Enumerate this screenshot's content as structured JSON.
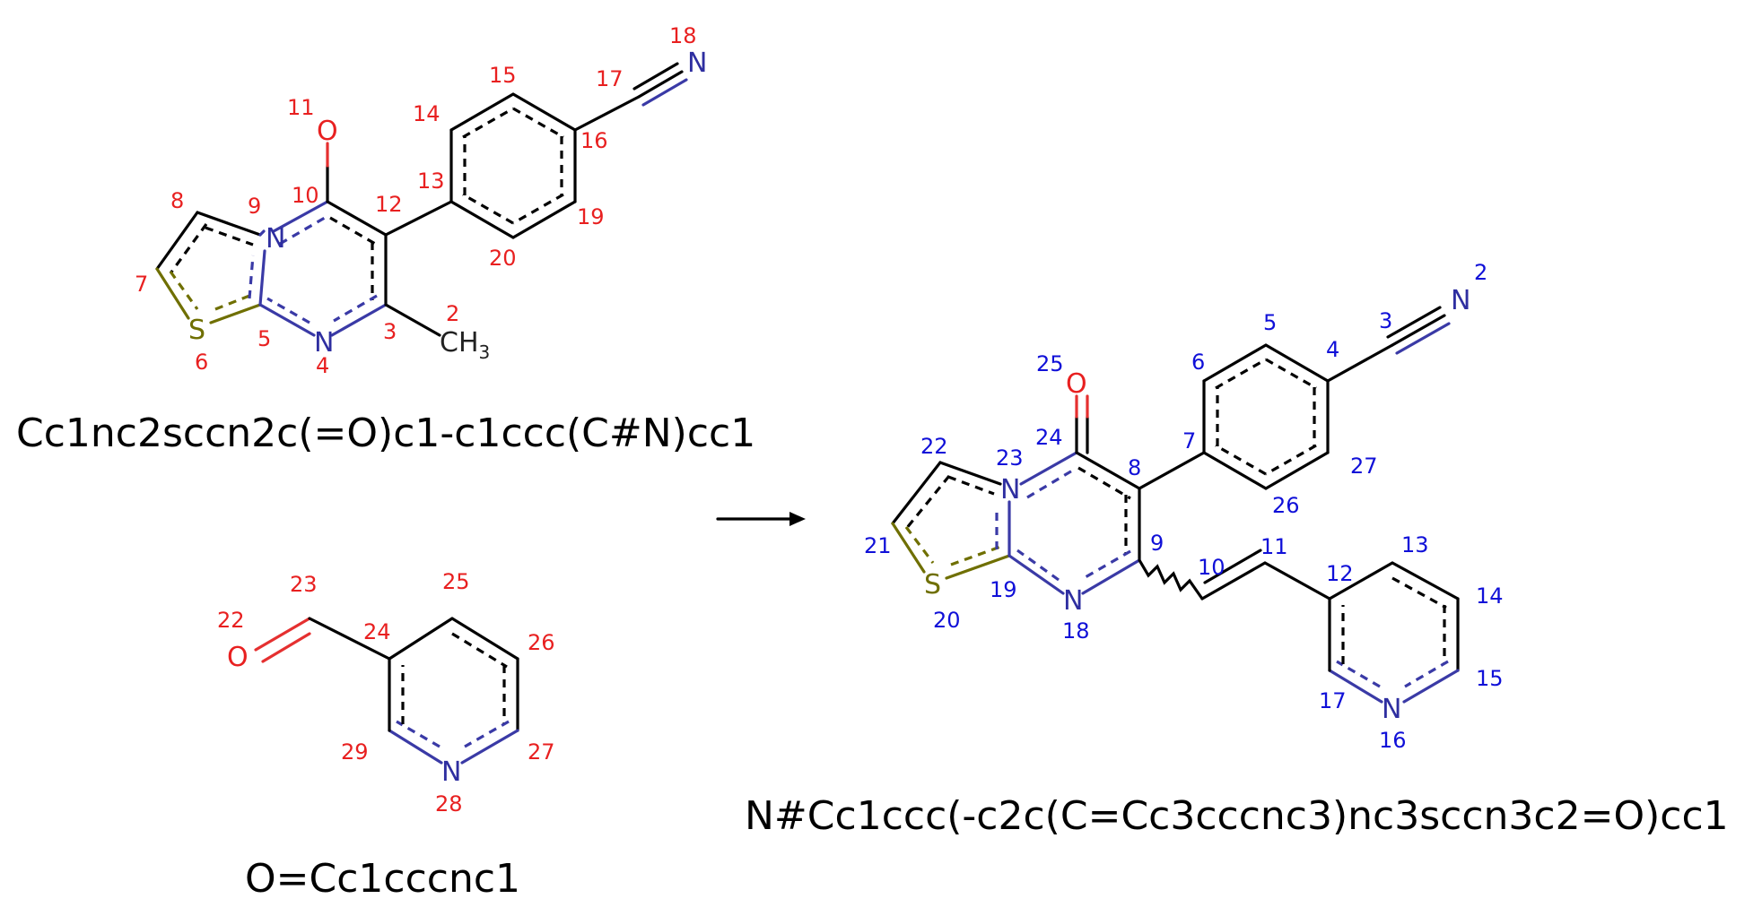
{
  "reactant1": {
    "smiles": "Cc1nc2sccn2c(=O)c1-c1ccc(C#N)cc1",
    "atoms": {
      "N9": "N",
      "N4": "N",
      "S6": "S",
      "O11": "O",
      "N18": "N",
      "CH3": "CH",
      "CH3_sub": "3"
    },
    "indices": [
      "2",
      "3",
      "4",
      "5",
      "6",
      "7",
      "8",
      "9",
      "10",
      "11",
      "12",
      "13",
      "14",
      "15",
      "16",
      "17",
      "18",
      "19",
      "20"
    ]
  },
  "reactant2": {
    "smiles": "O=Cc1cccnc1",
    "atoms": {
      "O22": "O",
      "N28": "N"
    },
    "indices": [
      "22",
      "23",
      "24",
      "25",
      "26",
      "27",
      "28",
      "29"
    ]
  },
  "product": {
    "smiles": "N#Cc1ccc(-c2c(C=Cc3cccnc3)nc3sccn3c2=O)cc1",
    "atoms": {
      "N2": "N",
      "O25": "O",
      "N23": "N",
      "N18": "N",
      "S20": "S",
      "N16": "N"
    },
    "indices": [
      "2",
      "3",
      "4",
      "5",
      "6",
      "7",
      "8",
      "9",
      "10",
      "11",
      "12",
      "13",
      "14",
      "15",
      "16",
      "17",
      "18",
      "19",
      "20",
      "21",
      "22",
      "23",
      "24",
      "25",
      "26",
      "27"
    ]
  },
  "colors": {
    "reactant_index": "#e82020",
    "product_index": "#1010d8",
    "nitrogen": "#2e2ea0",
    "sulfur": "#6f6f00",
    "oxygen": "#e82020"
  }
}
